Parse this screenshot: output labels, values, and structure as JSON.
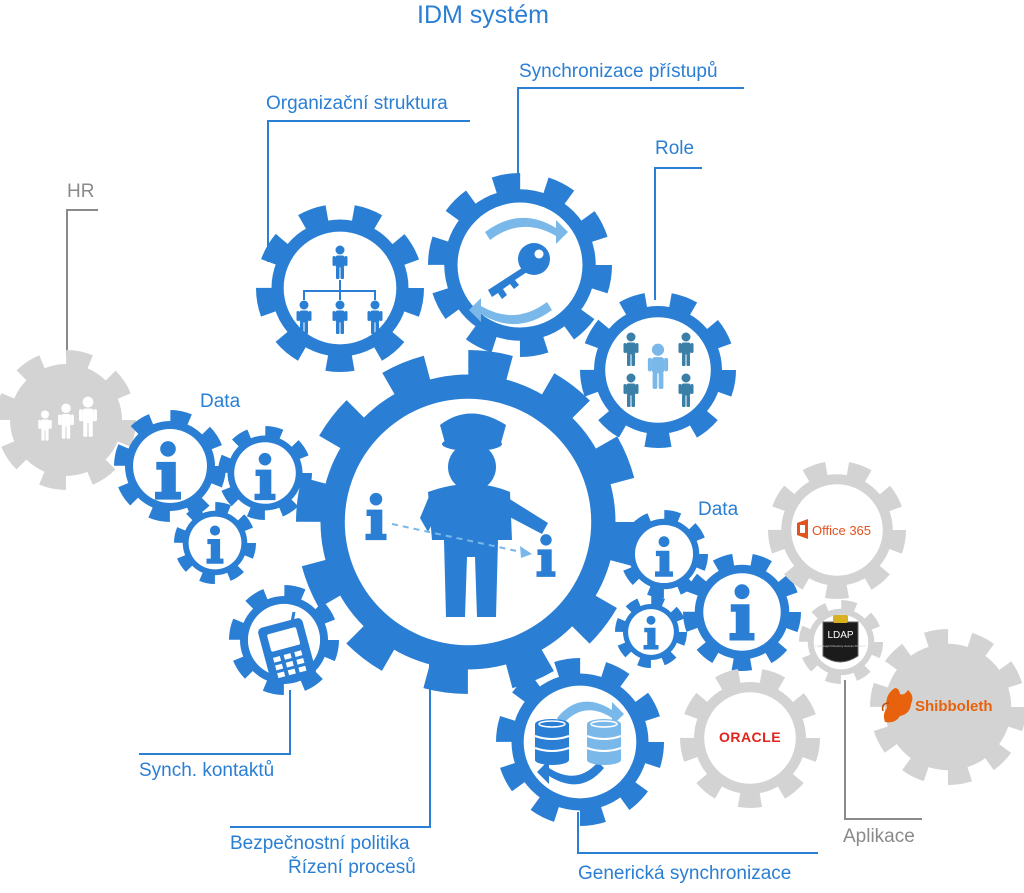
{
  "title": "IDM systém",
  "labels": {
    "organization": "Organizační struktura",
    "access_sync": "Synchronizace přístupů",
    "role": "Role",
    "hr": "HR",
    "data_left": "Data",
    "data_right": "Data",
    "contacts": "Synch. kontaktů",
    "policy_line1": "Bezpečnostní politika",
    "policy_line2": "Řízení procesů",
    "generic_sync": "Generická synchronizace",
    "applications": "Aplikace"
  },
  "logos": {
    "office365": "Office 365",
    "ldap": "LDAP",
    "ldap_sub": "Lightweight Directory Access Protocol",
    "oracle": "ORACLE",
    "shibboleth": "Shibboleth"
  },
  "colors": {
    "blue": "#2a7fd4",
    "light_blue": "#7ab8ea",
    "gray_gear": "#d3d3d3",
    "connector_gray": "#8a8a8a",
    "office_orange": "#e2521f",
    "oracle_red": "#e0241b",
    "shib_orange": "#e8620d"
  },
  "icons": {
    "info": "info-icon",
    "key": "key-icon",
    "org_chart": "org-chart-icon",
    "people": "people-icon",
    "family": "family-icon",
    "phone": "mobile-phone-icon",
    "database": "database-icon",
    "policeman": "policeman-icon"
  }
}
